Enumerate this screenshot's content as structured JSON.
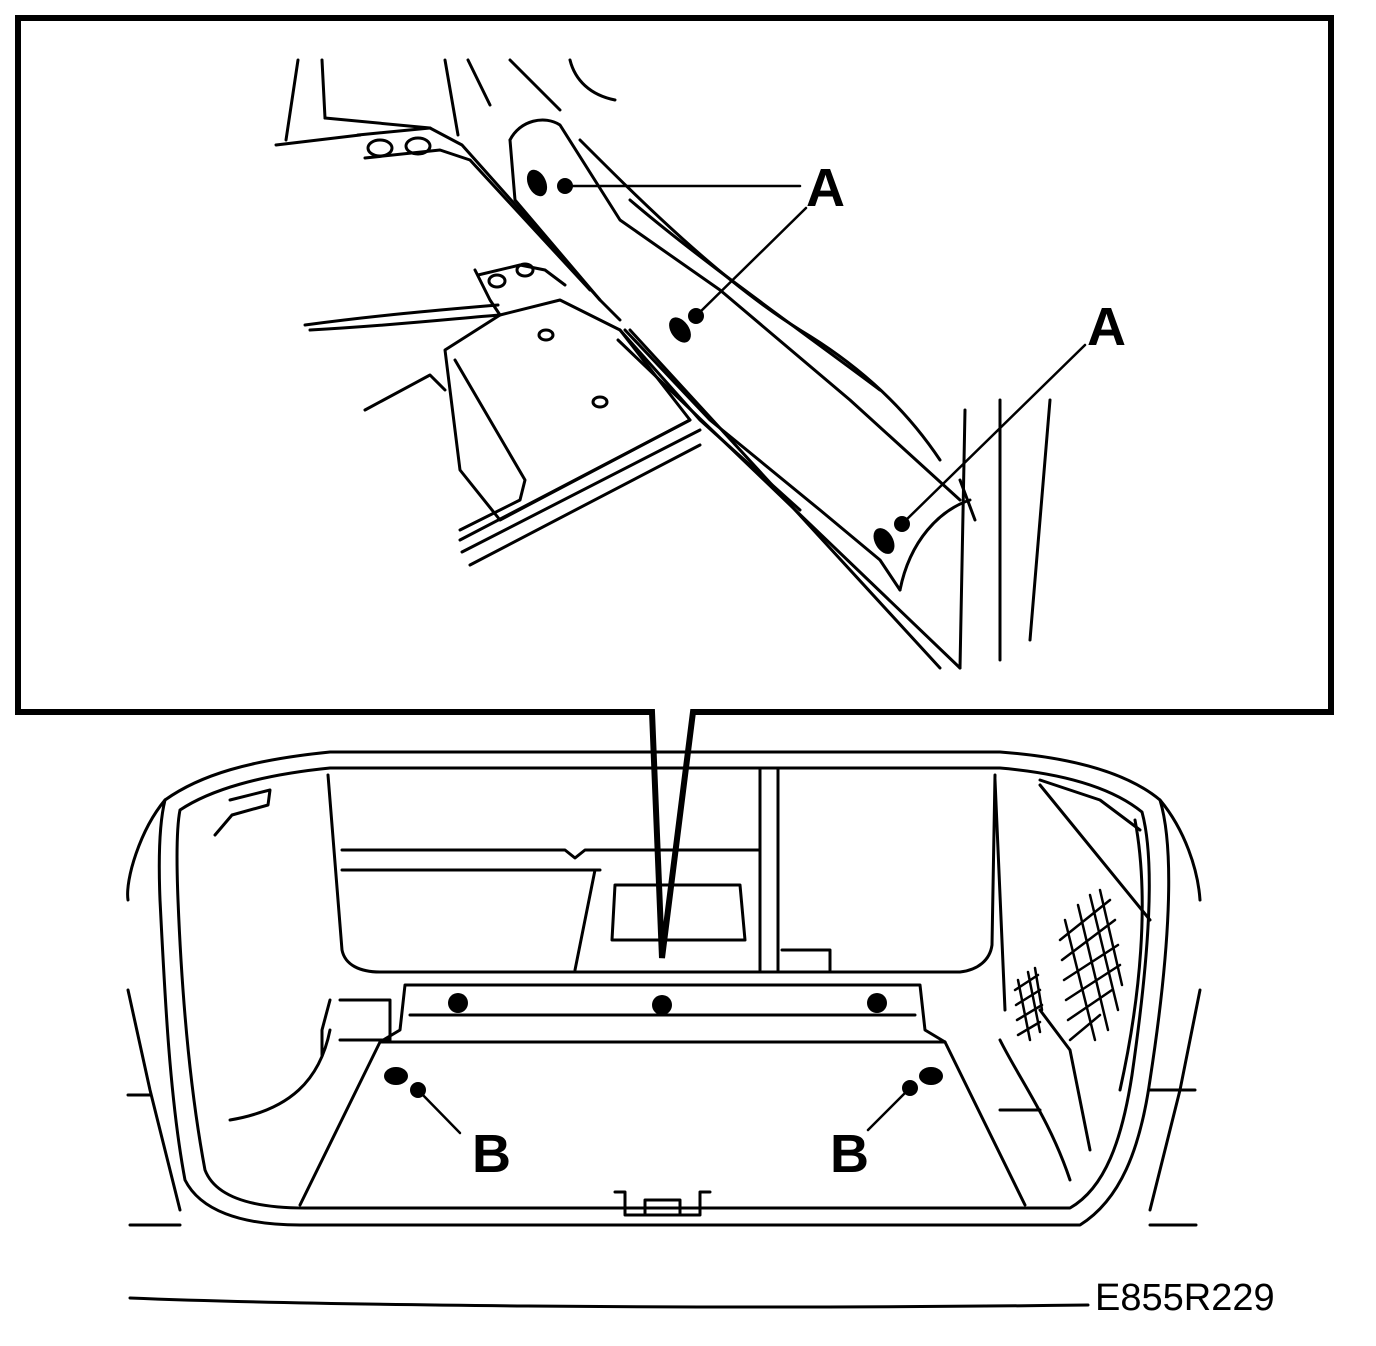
{
  "labels": {
    "callout_a_upper": "A",
    "callout_a_lower": "A",
    "callout_b_left": "B",
    "callout_b_right": "B"
  },
  "reference_code": "E855R229",
  "colors": {
    "ink": "#000000",
    "paper": "#ffffff"
  }
}
